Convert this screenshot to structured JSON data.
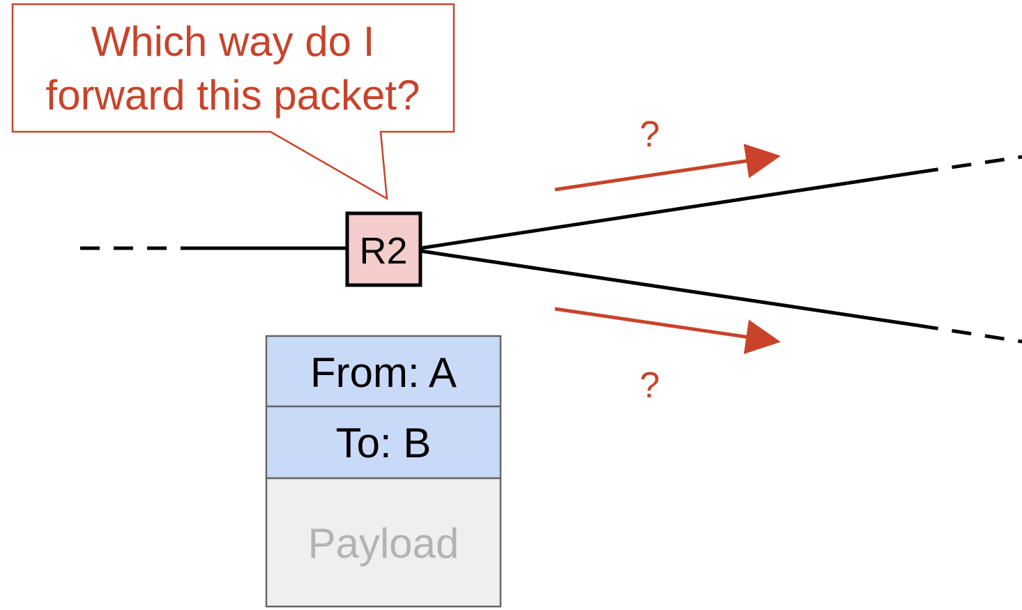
{
  "callout": {
    "line1": "Which way do I",
    "line2": "forward this packet?"
  },
  "router": {
    "label": "R2"
  },
  "arrows": {
    "upper_label": "?",
    "lower_label": "?"
  },
  "packet": {
    "from_label": "From: A",
    "to_label": "To: B",
    "payload_label": "Payload"
  },
  "colors": {
    "accent": "#c8432a",
    "router_fill": "#f4cccc",
    "header_fill": "#c9daf8",
    "payload_fill": "#efefef",
    "payload_text": "#b3b3b3"
  }
}
